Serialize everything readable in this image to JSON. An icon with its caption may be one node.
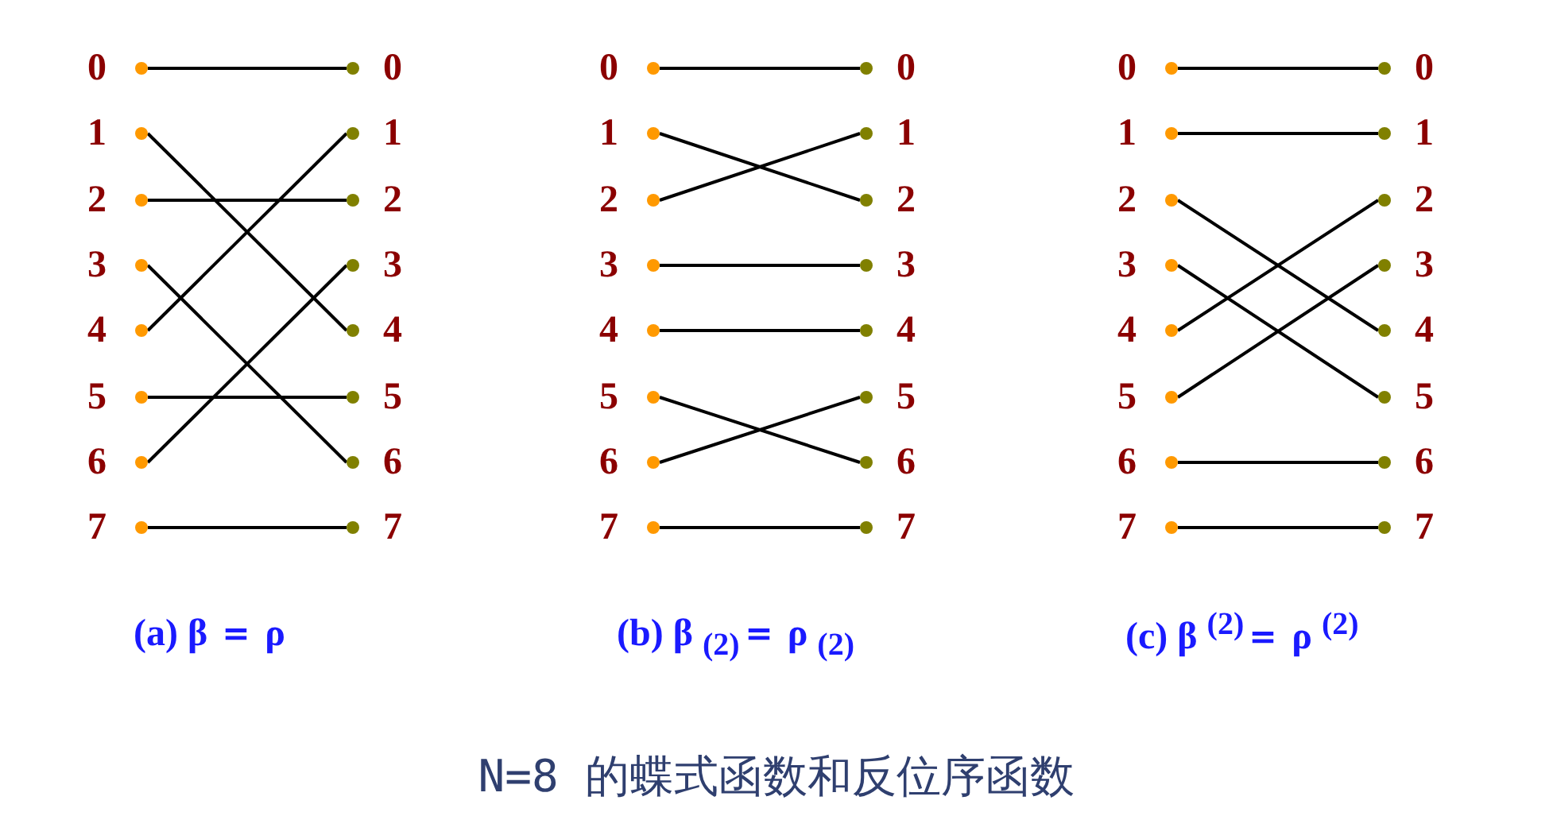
{
  "diagram": {
    "caption": "N=8 的蝶式函数和反位序函数",
    "nodes": [
      {
        "text": [
          "0"
        ]
      },
      {
        "text": [
          "1"
        ]
      },
      {
        "text": [
          "2"
        ]
      },
      {
        "text": [
          "3"
        ]
      },
      {
        "text": [
          "4"
        ]
      },
      {
        "text": [
          "5"
        ]
      },
      {
        "text": [
          "6"
        ]
      },
      {
        "text": [
          "7"
        ]
      },
      {
        "text": [
          "0"
        ]
      },
      {
        "text": [
          "1"
        ]
      },
      {
        "text": [
          "2"
        ]
      },
      {
        "text": [
          "3"
        ]
      },
      {
        "text": [
          "4"
        ]
      },
      {
        "text": [
          "5"
        ]
      },
      {
        "text": [
          "6"
        ]
      },
      {
        "text": [
          "7"
        ]
      },
      {
        "text": [
          "0"
        ]
      },
      {
        "text": [
          "1"
        ]
      },
      {
        "text": [
          "2"
        ]
      },
      {
        "text": [
          "3"
        ]
      },
      {
        "text": [
          "4"
        ]
      },
      {
        "text": [
          "5"
        ]
      },
      {
        "text": [
          "6"
        ]
      },
      {
        "text": [
          "7"
        ]
      },
      {
        "text": [
          "0"
        ]
      },
      {
        "text": [
          "1"
        ]
      },
      {
        "text": [
          "2"
        ]
      },
      {
        "text": [
          "3"
        ]
      },
      {
        "text": [
          "4"
        ]
      },
      {
        "text": [
          "5"
        ]
      },
      {
        "text": [
          "6"
        ]
      },
      {
        "text": [
          "7"
        ]
      },
      {
        "text": [
          "0"
        ]
      },
      {
        "text": [
          "1"
        ]
      },
      {
        "text": [
          "2"
        ]
      },
      {
        "text": [
          "3"
        ]
      },
      {
        "text": [
          "4"
        ]
      },
      {
        "text": [
          "5"
        ]
      },
      {
        "text": [
          "6"
        ]
      },
      {
        "text": [
          "7"
        ]
      },
      {
        "text": [
          "0"
        ]
      },
      {
        "text": [
          "1"
        ]
      },
      {
        "text": [
          "2"
        ]
      },
      {
        "text": [
          "3"
        ]
      },
      {
        "text": [
          "4"
        ]
      },
      {
        "text": [
          "5"
        ]
      },
      {
        "text": [
          "6"
        ]
      },
      {
        "text": [
          "7"
        ]
      }
    ],
    "edges": [
      {
        "from": 0,
        "to": 8,
        "arrow": "none"
      },
      {
        "from": 1,
        "to": 12,
        "arrow": "none"
      },
      {
        "from": 2,
        "to": 10,
        "arrow": "none"
      },
      {
        "from": 3,
        "to": 14,
        "arrow": "none"
      },
      {
        "from": 4,
        "to": 9,
        "arrow": "none"
      },
      {
        "from": 5,
        "to": 13,
        "arrow": "none"
      },
      {
        "from": 6,
        "to": 11,
        "arrow": "none"
      },
      {
        "from": 7,
        "to": 15,
        "arrow": "none"
      },
      {
        "from": 16,
        "to": 24,
        "arrow": "none"
      },
      {
        "from": 17,
        "to": 26,
        "arrow": "none"
      },
      {
        "from": 18,
        "to": 25,
        "arrow": "none"
      },
      {
        "from": 19,
        "to": 27,
        "arrow": "none"
      },
      {
        "from": 20,
        "to": 28,
        "arrow": "none"
      },
      {
        "from": 21,
        "to": 30,
        "arrow": "none"
      },
      {
        "from": 22,
        "to": 29,
        "arrow": "none"
      },
      {
        "from": 23,
        "to": 31,
        "arrow": "none"
      },
      {
        "from": 32,
        "to": 40,
        "arrow": "none"
      },
      {
        "from": 33,
        "to": 41,
        "arrow": "none"
      },
      {
        "from": 34,
        "to": 44,
        "arrow": "none"
      },
      {
        "from": 35,
        "to": 45,
        "arrow": "none"
      },
      {
        "from": 36,
        "to": 42,
        "arrow": "none"
      },
      {
        "from": 37,
        "to": 43,
        "arrow": "none"
      },
      {
        "from": 38,
        "to": 46,
        "arrow": "none"
      },
      {
        "from": 39,
        "to": 47,
        "arrow": "none"
      }
    ],
    "labels": [
      "(a)  β ＝ ρ",
      "(b)  β $_{(2)}$＝ ρ $_{(2)}$",
      "(c)  β $^{(2)}$＝ ρ $^{(2)}$"
    ]
  }
}
